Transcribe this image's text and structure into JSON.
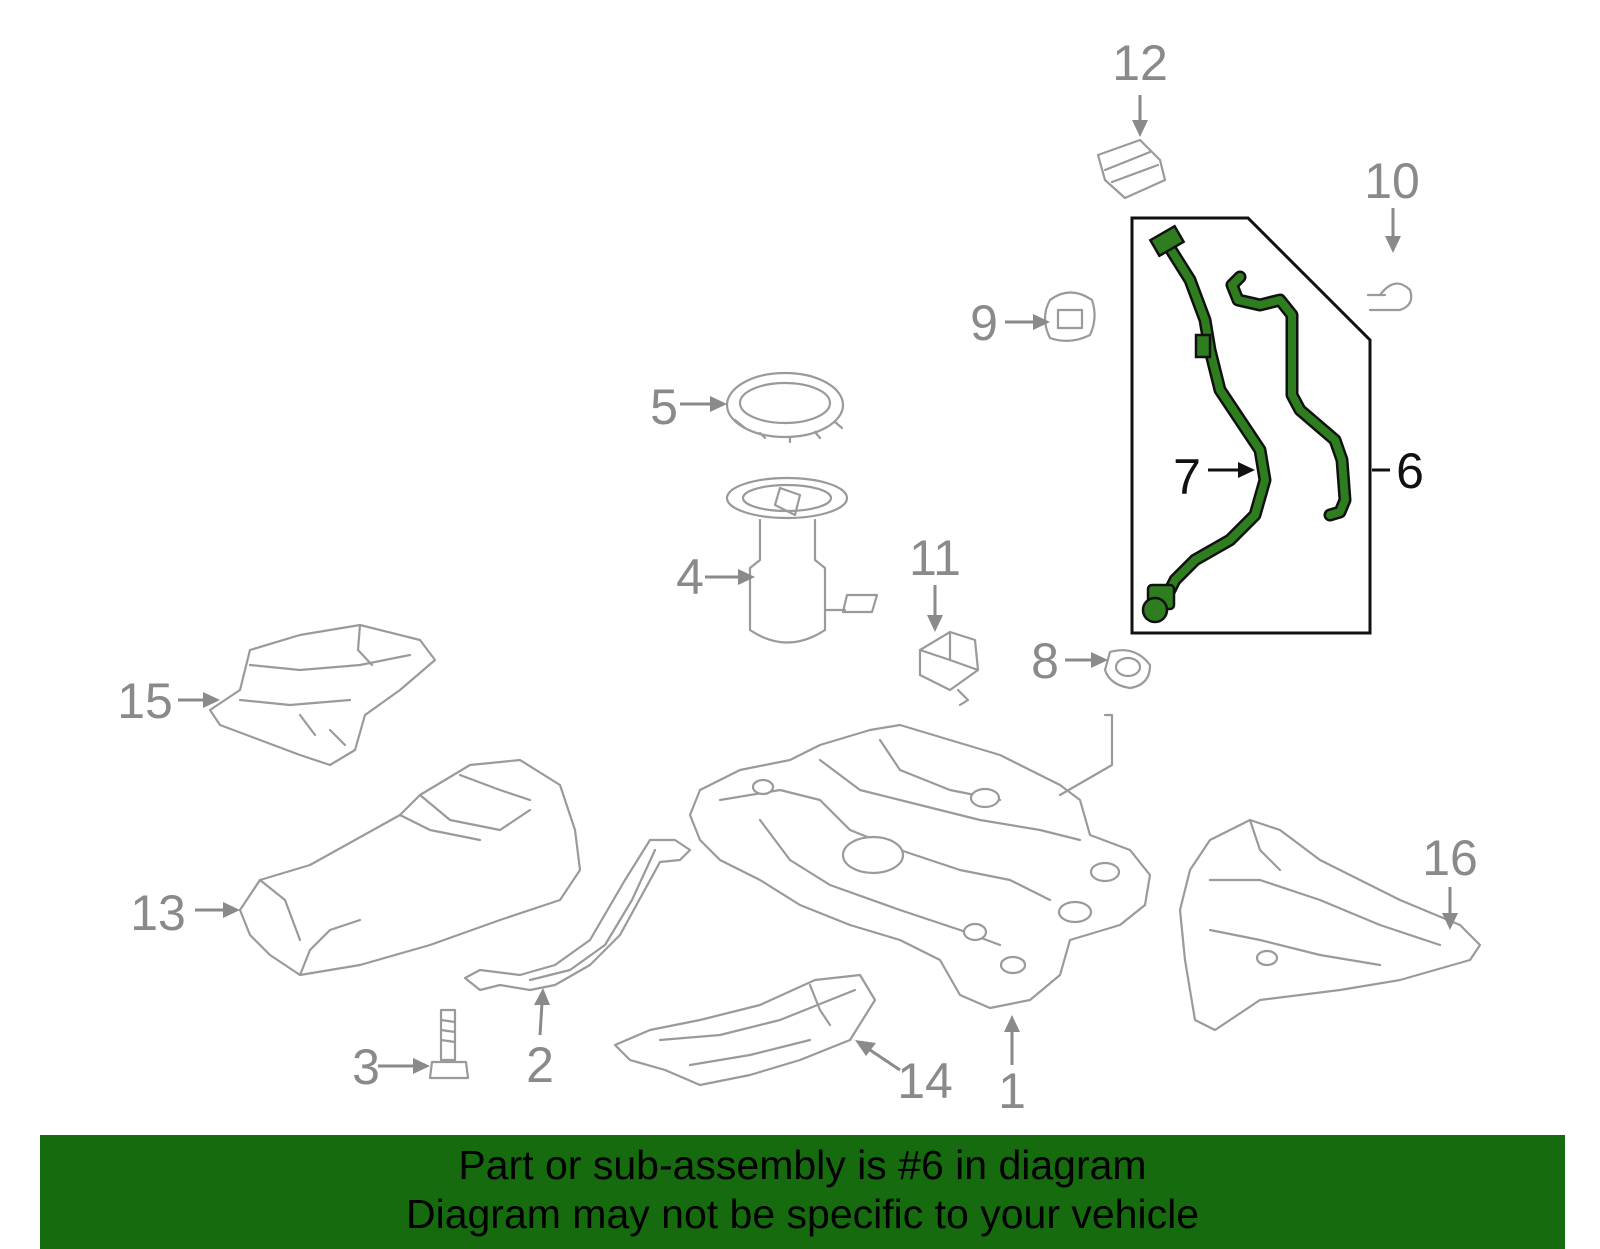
{
  "callouts": {
    "c1": "1",
    "c2": "2",
    "c3": "3",
    "c4": "4",
    "c5": "5",
    "c6": "6",
    "c7": "7",
    "c8": "8",
    "c9": "9",
    "c10": "10",
    "c11": "11",
    "c12": "12",
    "c13": "13",
    "c14": "14",
    "c15": "15",
    "c16": "16"
  },
  "highlighted_part": "6",
  "colors": {
    "highlight": "#2e7d1e",
    "banner": "#156b0e",
    "parts": "#9a9a9a"
  },
  "banner": {
    "line1": "Part or sub-assembly is #6 in diagram",
    "line2": "Diagram may not be specific to your vehicle"
  }
}
